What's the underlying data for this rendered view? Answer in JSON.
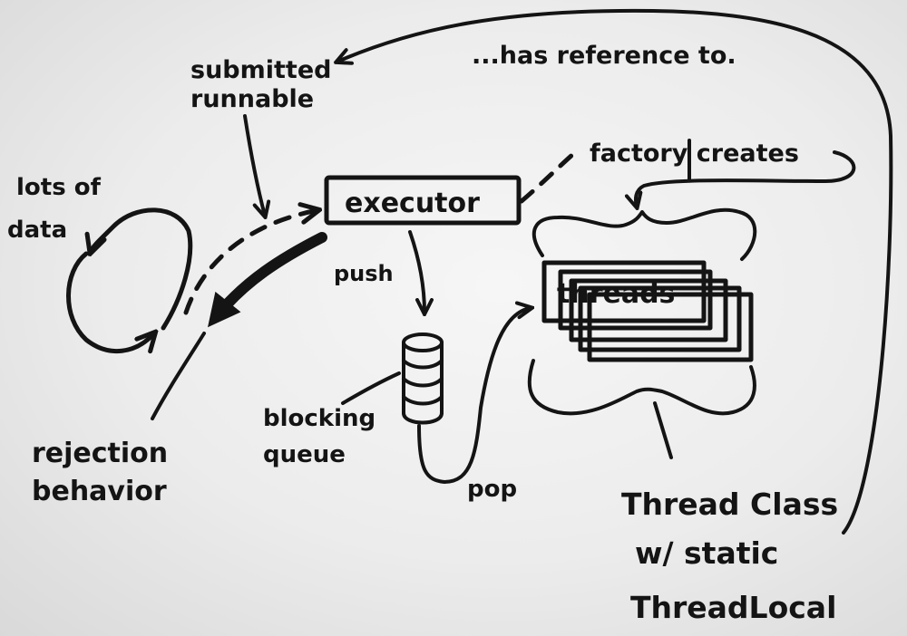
{
  "labels": {
    "submitted_line1": "submitted",
    "submitted_line2": "runnable",
    "has_reference": "...has reference to.",
    "factory_creates": "factory creates",
    "lots_line1": "lots of",
    "lots_line2": "data",
    "executor": "executor",
    "push": "push",
    "threads": "threads",
    "blocking_line1": "blocking",
    "blocking_line2": "queue",
    "pop": "pop",
    "rejection_line1": "rejection",
    "rejection_line2": "behavior",
    "thread_class_line1": "Thread Class",
    "thread_class_line2": "w/ static",
    "thread_class_line3": "ThreadLocal"
  },
  "colors": {
    "ink": "#141414",
    "board": "#ececec"
  }
}
